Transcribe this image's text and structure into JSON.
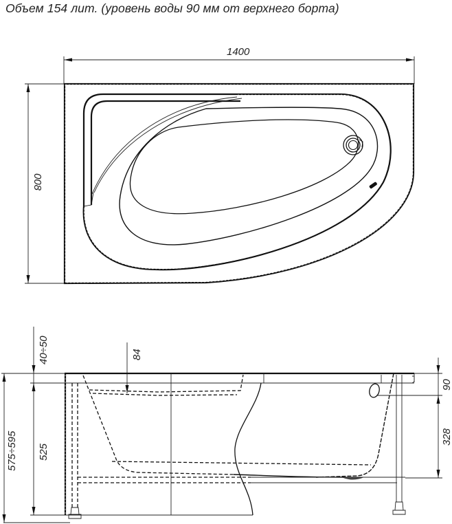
{
  "caption": "Объем 154 лит. (уровень воды 90 мм от верхнего борта)",
  "top_view": {
    "width_label": "1400",
    "depth_label": "800",
    "features": [
      "overflow-drain",
      "drain-outlet",
      "armrest-seat"
    ]
  },
  "side_view": {
    "rim_label": "40÷50",
    "depth_84_label": "84",
    "total_height_label": "575÷595",
    "frame_height_label": "525",
    "water_level_label": "90",
    "inner_depth_label": "328"
  },
  "colors": {
    "line": "#111111",
    "background": "#ffffff"
  }
}
